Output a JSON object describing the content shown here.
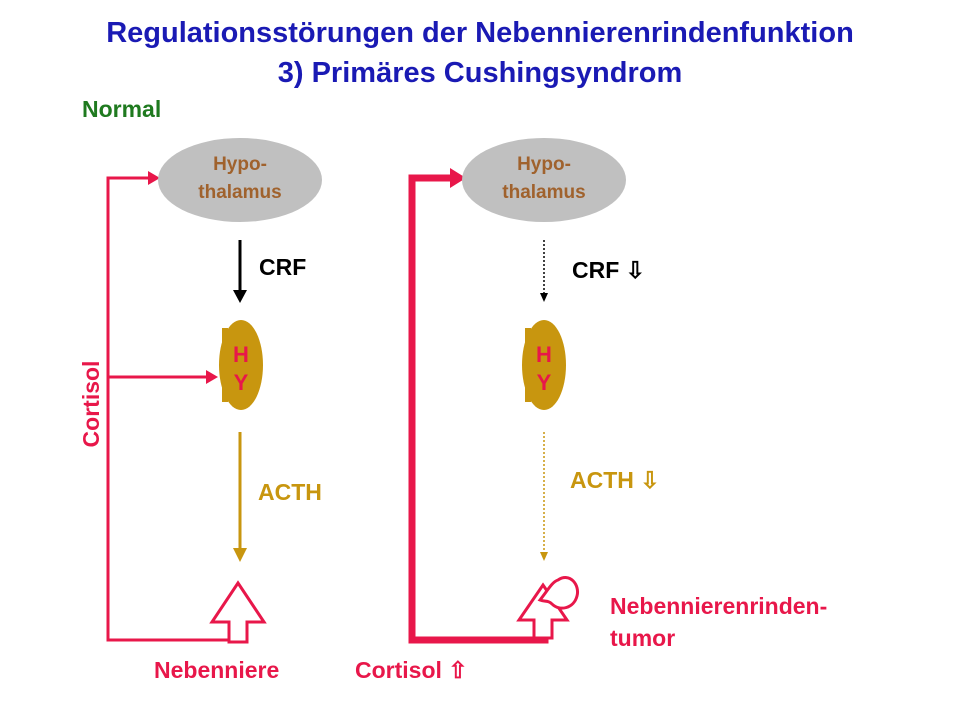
{
  "title": {
    "line1": "Regulationsstörungen der Nebennierenrindenfunktion",
    "line2": "3) Primäres Cushingsyndrom"
  },
  "section_label": "Normal",
  "colors": {
    "title": "#1a1ab4",
    "normal_label": "#1f7a1f",
    "cortisol": "#e8174a",
    "acth": "#c8960f",
    "crf": "#000000",
    "hypothalamus_fill": "#c0c0c0",
    "hypothalamus_text": "#a0622d",
    "hypophysis_fill": "#c8960f",
    "hypophysis_text": "#e8174a"
  },
  "left": {
    "hypothalamus": {
      "line1": "Hypo-",
      "line2": "thalamus"
    },
    "hypophysis": {
      "line1": "H",
      "line2": "Y"
    },
    "crf_label": "CRF",
    "acth_label": "ACTH",
    "cortisol_label": "Cortisol",
    "adrenal_label": "Nebenniere"
  },
  "right": {
    "hypothalamus": {
      "line1": "Hypo-",
      "line2": "thalamus"
    },
    "hypophysis": {
      "line1": "H",
      "line2": "Y"
    },
    "crf_label": "CRF ⇩",
    "acth_label": "ACTH ⇩",
    "cortisol_label": "Cortisol ⇧",
    "tumor_label_line1": "Nebennierenrinden-",
    "tumor_label_line2": "tumor"
  }
}
